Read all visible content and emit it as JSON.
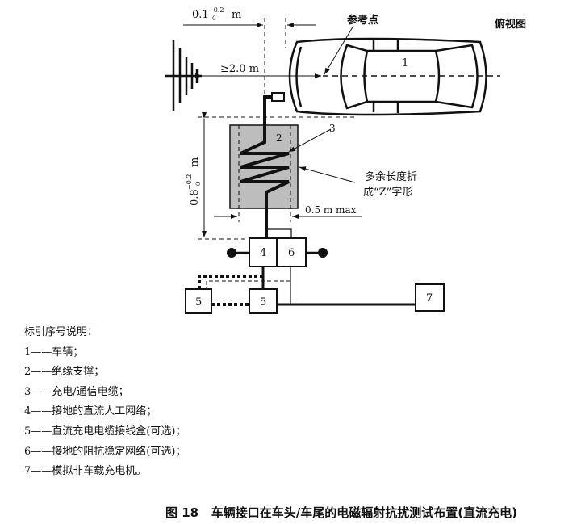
{
  "view_label": "俯视图",
  "reference_point": "参考点",
  "dim_top": "0.1",
  "dim_top_tol_upper": "+0.2",
  "dim_top_tol_lower": "0",
  "unit_m": "m",
  "dim_distance": "≥2.0 m",
  "dim_height": "0.8",
  "dim_height_tol_upper": "+0.2",
  "dim_height_tol_lower": "0",
  "dim_width": "0.5 m max",
  "note_line1": "多余长度折",
  "note_line2": "成“Z”字形",
  "labels": {
    "car": "1",
    "support": "2",
    "cable": "3",
    "ain": "4",
    "box5a": "5",
    "box5b": "5",
    "ain6": "6",
    "charger": "7"
  },
  "legend_title": "标引序号说明：",
  "legend": [
    "1——车辆；",
    "2——绝缘支撑；",
    "3——充电/通信电缆；",
    "4——接地的直流人工网络；",
    "5——直流充电电缆接线盒(可选)；",
    "6——接地的阻抗稳定网络(可选)；",
    "7——模拟非车载充电机。"
  ],
  "caption": "图 18   车辆接口在车头/车尾的电磁辐射抗扰测试布置(直流充电)"
}
